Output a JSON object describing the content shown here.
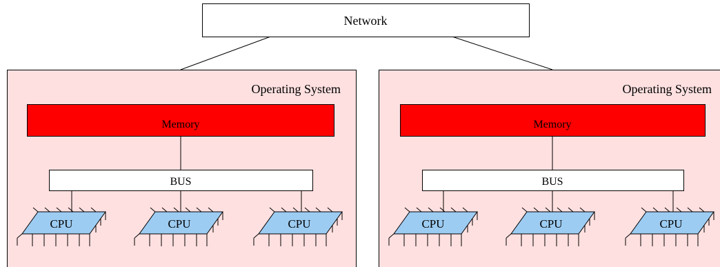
{
  "network": {
    "label": "Network"
  },
  "systems": [
    {
      "os_label": "Operating System",
      "memory_label": "Memory",
      "bus_label": "BUS",
      "cpus": [
        "CPU",
        "CPU",
        "CPU"
      ]
    },
    {
      "os_label": "Operating System",
      "memory_label": "Memory",
      "bus_label": "BUS",
      "cpus": [
        "CPU",
        "CPU",
        "CPU"
      ]
    }
  ],
  "colors": {
    "os_fill": "#ffe0e0",
    "memory_fill": "#ff0000",
    "cpu_fill": "#9dccf2",
    "box_fill": "#ffffff",
    "stroke": "#000000"
  }
}
